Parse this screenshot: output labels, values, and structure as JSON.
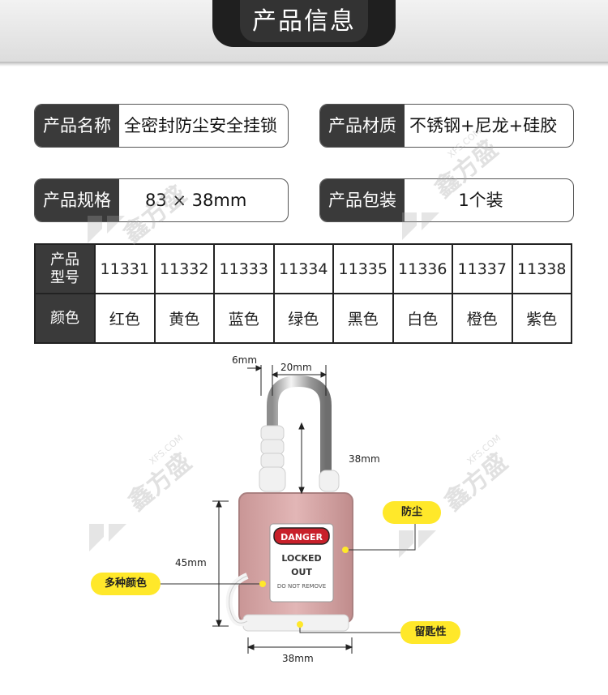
{
  "header": {
    "title": "产品信息"
  },
  "info": {
    "name_label": "产品名称",
    "name_value": "全密封防尘安全挂锁",
    "material_label": "产品材质",
    "material_value": "不锈钢+尼龙+硅胶",
    "spec_label": "产品规格",
    "spec_value": "83 × 38mm",
    "package_label": "产品包装",
    "package_value": "1个装"
  },
  "table": {
    "model_header": "产品\n型号",
    "color_header": "颜色",
    "models": [
      "11331",
      "11332",
      "11333",
      "11334",
      "11335",
      "11336",
      "11337",
      "11338"
    ],
    "colors": [
      "红色",
      "黄色",
      "蓝色",
      "绿色",
      "黑色",
      "白色",
      "橙色",
      "紫色"
    ]
  },
  "diagram": {
    "dim_shackle_gap": "6mm",
    "dim_shackle_width": "20mm",
    "dim_shackle_height": "38mm",
    "dim_body_height": "45mm",
    "dim_body_width": "38mm",
    "callout_dustproof": "防尘",
    "callout_colors": "多种颜色",
    "callout_key_retaining": "留匙性",
    "label_danger": "DANGER",
    "label_locked": "LOCKED",
    "label_out": "OUT",
    "label_do_not_remove": "DO NOT REMOVE",
    "body_color": "#d9a8a8",
    "callout_color": "#ffe82a"
  },
  "watermark": {
    "brand": "鑫方盛",
    "site": "XFS.COM"
  }
}
